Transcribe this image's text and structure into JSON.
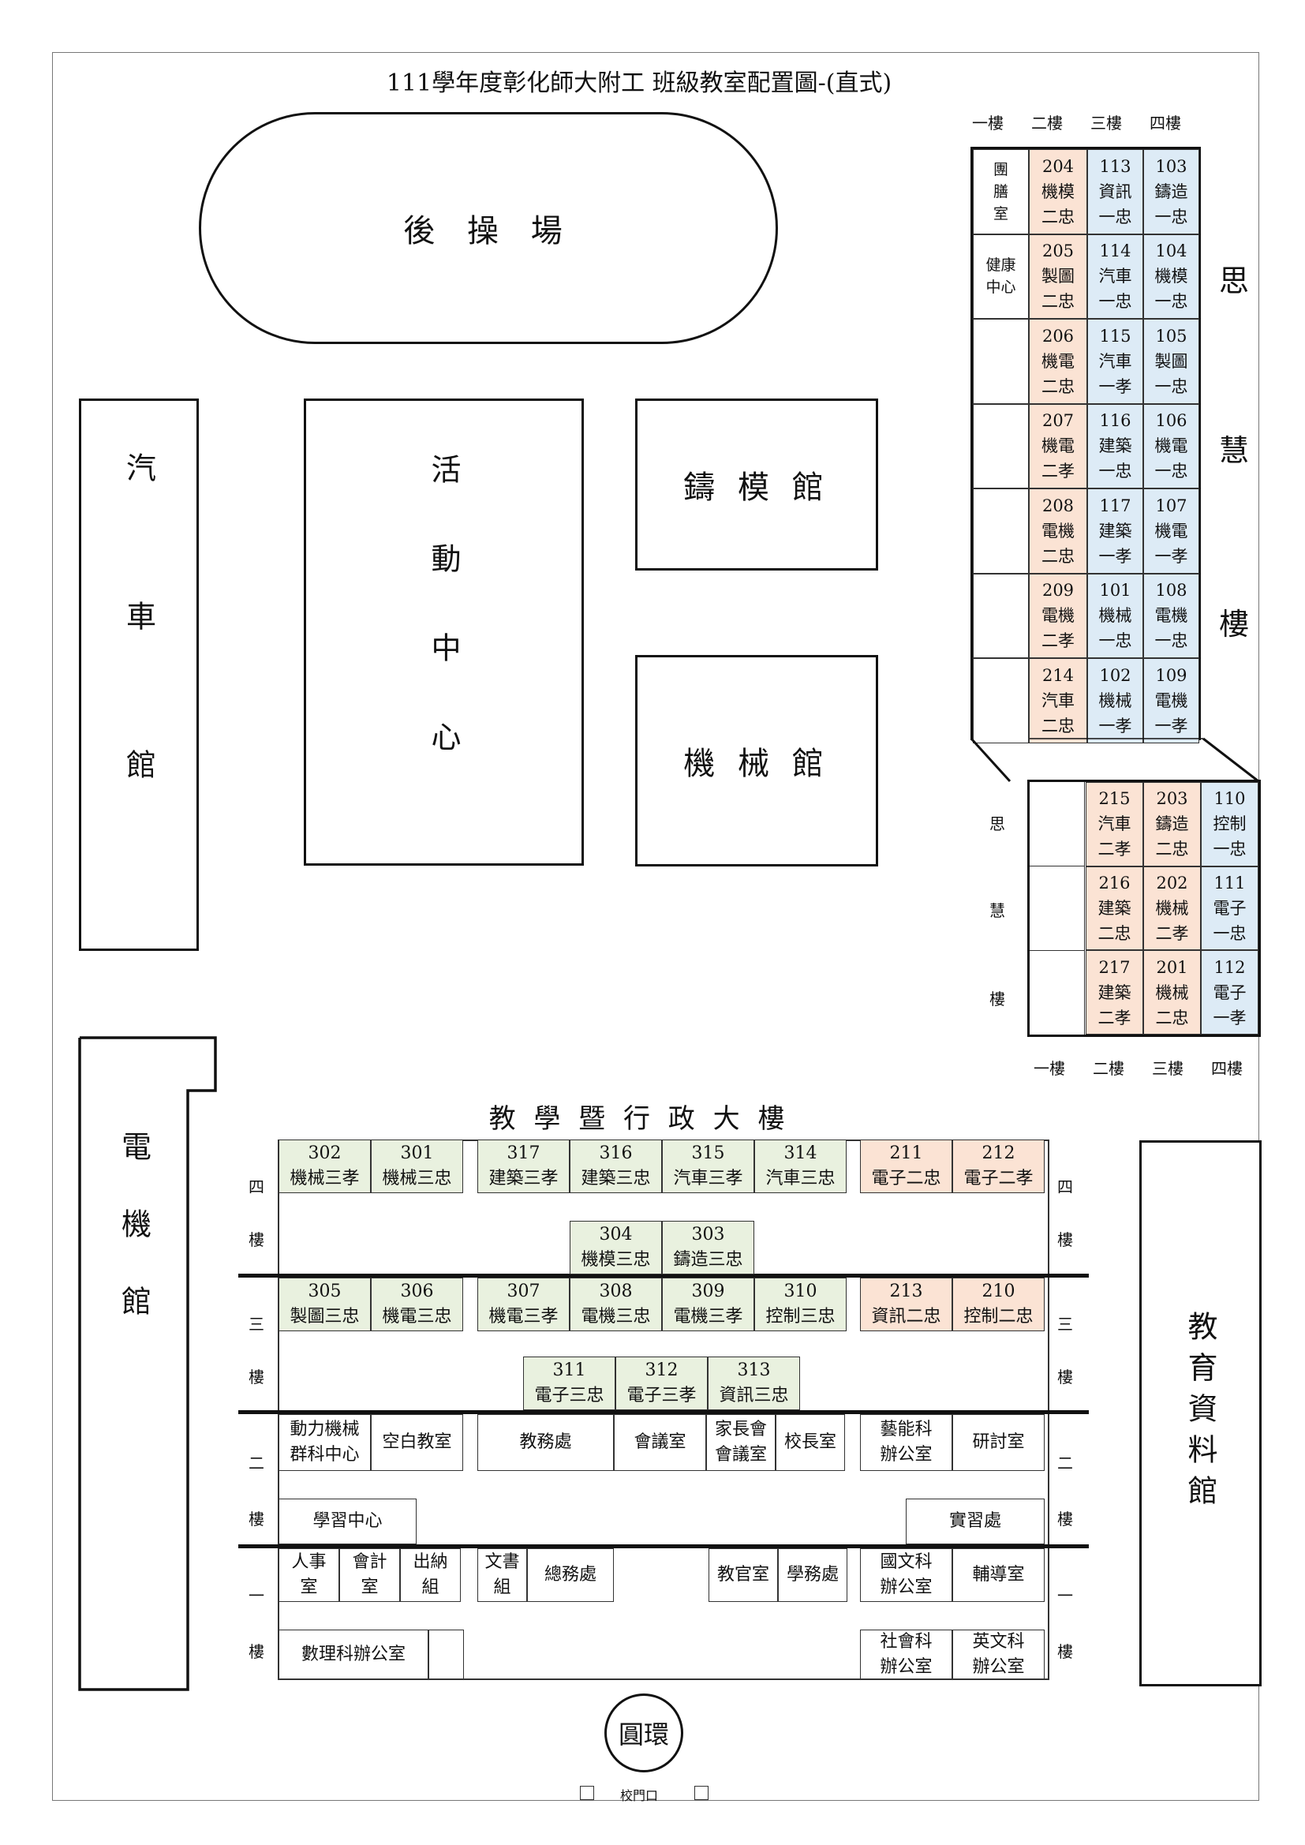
{
  "title": "111學年度彰化師大附工 班級教室配置圖-(直式)",
  "colors": {
    "peach": "#fbe3d4",
    "blue": "#ddebf6",
    "green": "#e9f1df"
  },
  "buildings": {
    "track": "後 操 場",
    "auto": "汽車館",
    "activity": "活動中心",
    "casting": "鑄 模 館",
    "machine": "機 械 館",
    "electric": "電機館",
    "edu_data": "教育資料館",
    "teaching": "教 學 暨 行 政 大 樓",
    "roundabout": "圓環",
    "gate": "校門口"
  },
  "sihui": {
    "name_chars": [
      "思",
      "慧",
      "樓"
    ],
    "floors_top": [
      "一樓",
      "二樓",
      "三樓",
      "四樓"
    ],
    "floors_bottom": [
      "一樓",
      "二樓",
      "三樓",
      "四樓"
    ],
    "rows": [
      {
        "f1": "團膳室",
        "f2": [
          "204",
          "機模",
          "二忠"
        ],
        "f3": [
          "113",
          "資訊",
          "一忠"
        ],
        "f4": [
          "103",
          "鑄造",
          "一忠"
        ]
      },
      {
        "f1": "健康中心",
        "f2": [
          "205",
          "製圖",
          "二忠"
        ],
        "f3": [
          "114",
          "汽車",
          "一忠"
        ],
        "f4": [
          "104",
          "機模",
          "一忠"
        ]
      },
      {
        "f1": "",
        "f2": [
          "206",
          "機電",
          "二忠"
        ],
        "f3": [
          "115",
          "汽車",
          "一孝"
        ],
        "f4": [
          "105",
          "製圖",
          "一忠"
        ]
      },
      {
        "f1": "",
        "f2": [
          "207",
          "機電",
          "二孝"
        ],
        "f3": [
          "116",
          "建築",
          "一忠"
        ],
        "f4": [
          "106",
          "機電",
          "一忠"
        ]
      },
      {
        "f1": "",
        "f2": [
          "208",
          "電機",
          "二忠"
        ],
        "f3": [
          "117",
          "建築",
          "一孝"
        ],
        "f4": [
          "107",
          "機電",
          "一孝"
        ]
      },
      {
        "f1": "",
        "f2": [
          "209",
          "電機",
          "二孝"
        ],
        "f3": [
          "101",
          "機械",
          "一忠"
        ],
        "f4": [
          "108",
          "電機",
          "一忠"
        ]
      },
      {
        "f1": "",
        "f2": [
          "214",
          "汽車",
          "二忠"
        ],
        "f3": [
          "102",
          "機械",
          "一孝"
        ],
        "f4": [
          "109",
          "電機",
          "一孝"
        ]
      }
    ],
    "lower_name_chars": [
      "思",
      "慧",
      "樓"
    ],
    "lower_rows": [
      {
        "f2": [
          "215",
          "汽車",
          "二孝"
        ],
        "f3": [
          "203",
          "鑄造",
          "二忠"
        ],
        "f4": [
          "110",
          "控制",
          "一忠"
        ]
      },
      {
        "f2": [
          "216",
          "建築",
          "二忠"
        ],
        "f3": [
          "202",
          "機械",
          "二孝"
        ],
        "f4": [
          "111",
          "電子",
          "一忠"
        ]
      },
      {
        "f2": [
          "217",
          "建築",
          "二孝"
        ],
        "f3": [
          "201",
          "機械",
          "二忠"
        ],
        "f4": [
          "112",
          "電子",
          "一孝"
        ]
      }
    ]
  },
  "main": {
    "floor_labels": {
      "f4": [
        "四",
        "樓"
      ],
      "f3": [
        "三",
        "樓"
      ],
      "f2": [
        "二",
        "樓"
      ],
      "f1": [
        "一",
        "樓"
      ]
    },
    "f4_top": [
      {
        "num": "302",
        "name": "機械三孝"
      },
      {
        "num": "301",
        "name": "機械三忠"
      },
      {
        "num": "317",
        "name": "建築三孝"
      },
      {
        "num": "316",
        "name": "建築三忠"
      },
      {
        "num": "315",
        "name": "汽車三孝"
      },
      {
        "num": "314",
        "name": "汽車三忠"
      },
      {
        "num": "211",
        "name": "電子二忠"
      },
      {
        "num": "212",
        "name": "電子二孝"
      }
    ],
    "f4_mid": [
      {
        "num": "304",
        "name": "機模三忠"
      },
      {
        "num": "303",
        "name": "鑄造三忠"
      }
    ],
    "f3_top": [
      {
        "num": "305",
        "name": "製圖三忠"
      },
      {
        "num": "306",
        "name": "機電三忠"
      },
      {
        "num": "307",
        "name": "機電三孝"
      },
      {
        "num": "308",
        "name": "電機三忠"
      },
      {
        "num": "309",
        "name": "電機三孝"
      },
      {
        "num": "310",
        "name": "控制三忠"
      },
      {
        "num": "213",
        "name": "資訊二忠"
      },
      {
        "num": "210",
        "name": "控制二忠"
      }
    ],
    "f3_mid": [
      {
        "num": "311",
        "name": "電子三忠"
      },
      {
        "num": "312",
        "name": "電子三孝"
      },
      {
        "num": "313",
        "name": "資訊三忠"
      }
    ],
    "f2_top": [
      {
        "l1": "動力機械",
        "l2": "群科中心"
      },
      {
        "l1": "空白教室",
        "l2": ""
      },
      {
        "l1": "教務處",
        "l2": ""
      },
      {
        "l1": "會議室",
        "l2": ""
      },
      {
        "l1": "家長會",
        "l2": "會議室"
      },
      {
        "l1": "校長室",
        "l2": ""
      },
      {
        "l1": "藝能科",
        "l2": "辦公室"
      },
      {
        "l1": "研討室",
        "l2": ""
      }
    ],
    "f2_bottom": {
      "left": "學習中心",
      "right": "實習處"
    },
    "f1_top": [
      {
        "l1": "人事",
        "l2": "室"
      },
      {
        "l1": "會計",
        "l2": "室"
      },
      {
        "l1": "出納",
        "l2": "組"
      },
      {
        "l1": "文書",
        "l2": "組"
      },
      {
        "l1": "總務處",
        "l2": ""
      },
      {
        "l1": "教官室",
        "l2": ""
      },
      {
        "l1": "學務處",
        "l2": ""
      },
      {
        "l1": "國文科",
        "l2": "辦公室"
      },
      {
        "l1": "輔導室",
        "l2": ""
      }
    ],
    "f1_bottom": {
      "left": "數理科辦公室",
      "r1": [
        "社會科",
        "辦公室"
      ],
      "r2": [
        "英文科",
        "辦公室"
      ]
    }
  }
}
